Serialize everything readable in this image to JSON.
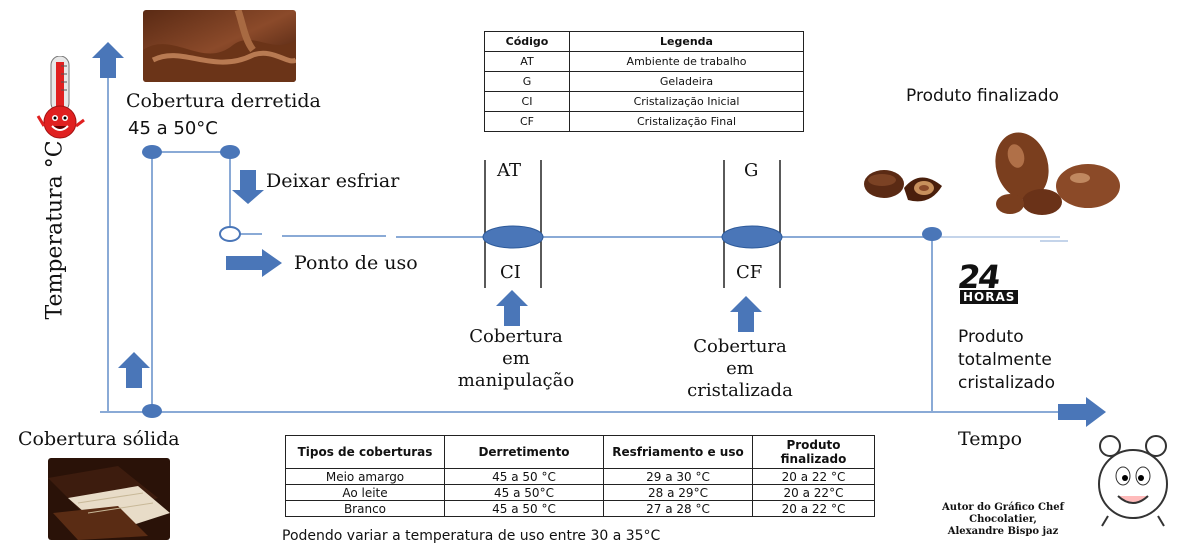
{
  "axis": {
    "y_label": "Temperatura °C",
    "x_label": "Tempo"
  },
  "stages": {
    "melted": "Cobertura derretida",
    "melted_temp": "45 a 50°C",
    "cool": "Deixar esfriar",
    "use_point": "Ponto de uso",
    "solid": "Cobertura sólida",
    "at": "AT",
    "ci": "CI",
    "g": "G",
    "cf": "CF",
    "handling": [
      "Cobertura",
      "em",
      "manipulação"
    ],
    "crystallized": [
      "Cobertura",
      "em",
      "cristalizada"
    ],
    "finished": "Produto finalizado",
    "fully": [
      "Produto",
      "totalmente",
      "cristalizado"
    ]
  },
  "legend_table": {
    "headers": [
      "Código",
      "Legenda"
    ],
    "rows": [
      [
        "AT",
        "Ambiente de trabalho"
      ],
      [
        "G",
        "Geladeira"
      ],
      [
        "CI",
        "Cristalização Inicial"
      ],
      [
        "CF",
        "Cristalização Final"
      ]
    ]
  },
  "temps_table": {
    "headers": [
      "Tipos de coberturas",
      "Derretimento",
      "Resfriamento e uso",
      "Produto finalizado"
    ],
    "rows": [
      [
        "Meio amargo",
        "45 a 50 °C",
        "29 a 30 °C",
        "20 a 22 °C"
      ],
      [
        "Ao leite",
        "45 a 50°C",
        "28 a 29°C",
        "20 a 22°C"
      ],
      [
        "Branco",
        "45 a 50 °C",
        "27 a 28 °C",
        "20 a 22 °C"
      ]
    ]
  },
  "footer_note": "Podendo variar a temperatura de uso entre 30 a 35°C",
  "badge": {
    "number": "24",
    "word": "HORAS"
  },
  "author": [
    "Autor do Gráfico  Chef",
    "Chocolatier,",
    "Alexandre Bispo jaz"
  ],
  "colors": {
    "arrow": "#4a76b8",
    "node": "#4a76b8",
    "line": "#8aaad6"
  },
  "icons": [
    "thermometer-icon",
    "alarm-clock-icon",
    "arrow-up-icon",
    "arrow-right-icon",
    "arrow-down-icon"
  ]
}
